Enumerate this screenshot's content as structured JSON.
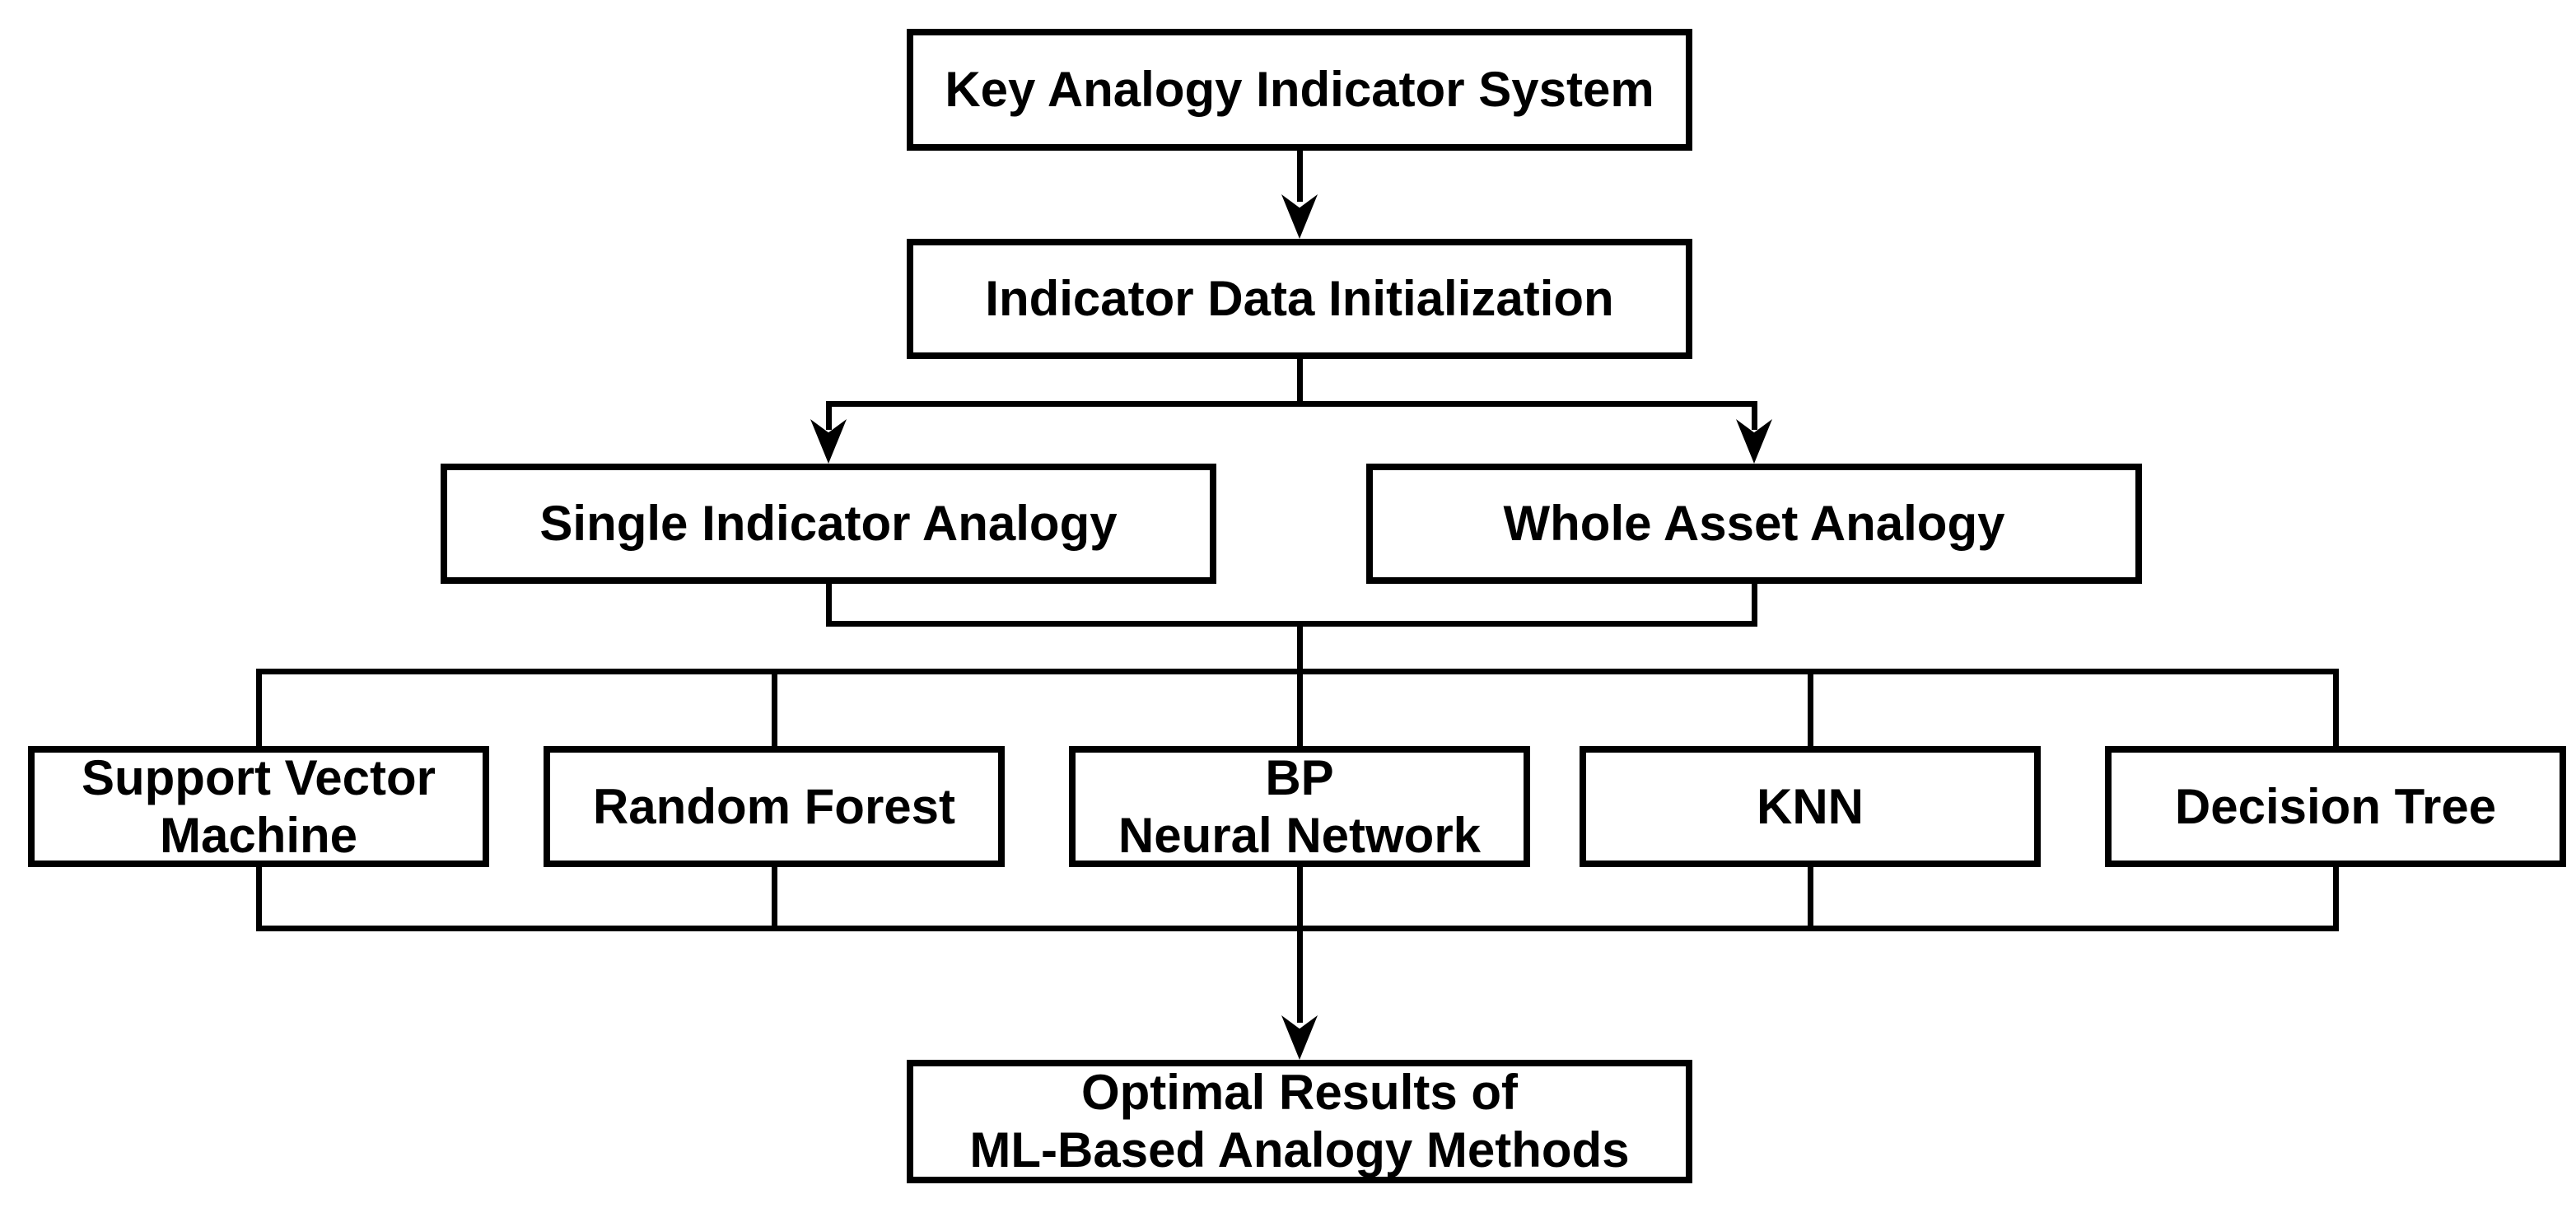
{
  "diagram": {
    "type": "flowchart",
    "colors": {
      "line": "#000000",
      "background": "#ffffff",
      "node_fill": "#ffffff",
      "text": "#000000"
    },
    "nodes": {
      "root": {
        "id": "root",
        "lines": [
          "Key Analogy Indicator System"
        ]
      },
      "init": {
        "id": "init",
        "lines": [
          "Indicator Data Initialization"
        ]
      },
      "single": {
        "id": "single",
        "lines": [
          "Single Indicator Analogy"
        ]
      },
      "whole": {
        "id": "whole",
        "lines": [
          "Whole Asset Analogy"
        ]
      },
      "svm": {
        "id": "svm",
        "lines": [
          "Support Vector",
          "Machine"
        ]
      },
      "rf": {
        "id": "rf",
        "lines": [
          "Random Forest"
        ]
      },
      "bp": {
        "id": "bp",
        "lines": [
          "BP",
          "Neural Network"
        ]
      },
      "knn": {
        "id": "knn",
        "lines": [
          "KNN"
        ]
      },
      "dt": {
        "id": "dt",
        "lines": [
          "Decision Tree"
        ]
      },
      "final": {
        "id": "final",
        "lines": [
          "Optimal Results of",
          "ML-Based Analogy Methods"
        ]
      }
    },
    "edges": [
      {
        "from": "root",
        "to": "init",
        "arrow": true
      },
      {
        "from": "init",
        "to": "single",
        "arrow": true
      },
      {
        "from": "init",
        "to": "whole",
        "arrow": true
      },
      {
        "from": "single",
        "to": "svm,rf,bp,knn,dt",
        "arrow": false
      },
      {
        "from": "whole",
        "to": "svm,rf,bp,knn,dt",
        "arrow": false
      },
      {
        "from": "svm,rf,bp,knn,dt",
        "to": "final",
        "arrow": true
      }
    ]
  }
}
